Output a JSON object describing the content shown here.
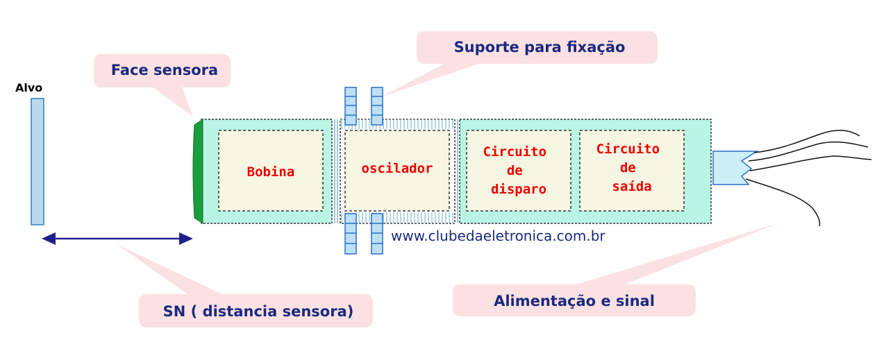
{
  "labels": {
    "target": "Alvo",
    "sensing_face": "Face sensora",
    "mounting": "Suporte para fixação",
    "sensing_distance": "SN ( distancia sensora)",
    "power_signal": "Alimentação e sinal",
    "url": "www.clubedaeletronica.com.br"
  },
  "blocks": {
    "coil": [
      "Bobina"
    ],
    "oscillator": [
      "oscilador"
    ],
    "trigger": [
      "Circuito",
      "de",
      "disparo"
    ],
    "output": [
      "Circuito",
      "de",
      "saída"
    ]
  },
  "colors": {
    "callout_fill": "#fbe1e3",
    "callout_text": "#1b2a80",
    "housing": "#b9f5e4",
    "block_fill": "#f7f6e2",
    "block_text": "#ee0000",
    "sensing_face": "#1a9e3d",
    "arrow": "#20208c",
    "target_fill": "#b9d9ee",
    "bracket_fill": "#bde0f5",
    "bracket_stroke": "#2a6fc8"
  },
  "icons": {
    "distance_arrow": "double-headed-arrow",
    "cable": "wire-strands"
  }
}
